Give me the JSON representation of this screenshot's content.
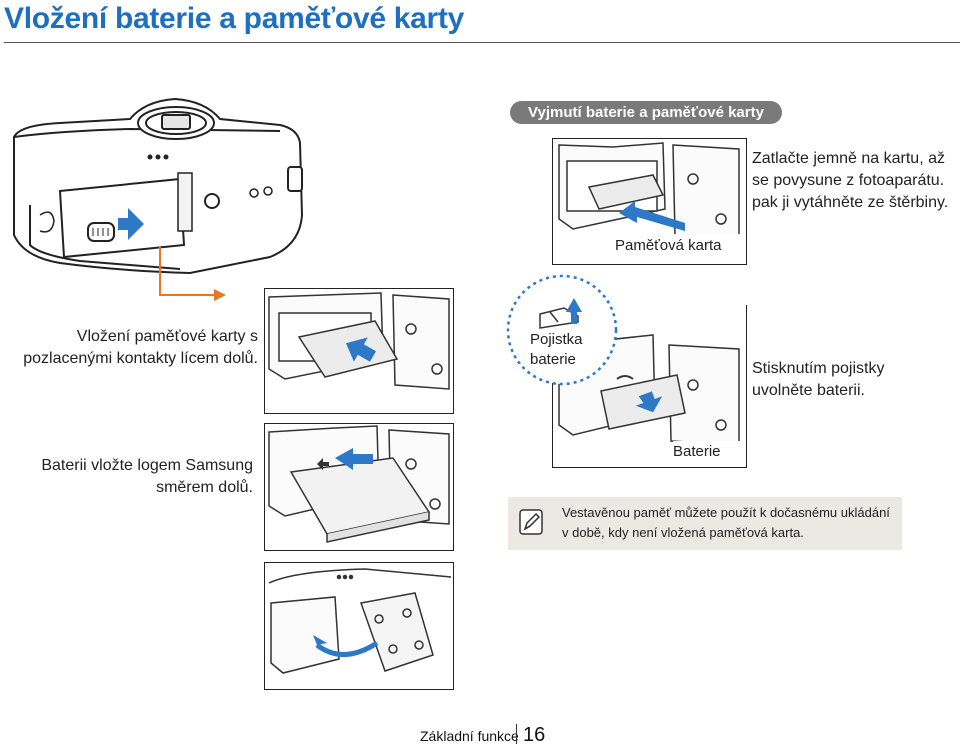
{
  "page": {
    "title": "Vložení baterie a paměťové karty",
    "footer": {
      "section": "Základní funkce",
      "page_number": "16"
    }
  },
  "removal": {
    "heading": "Vyjmutí baterie a paměťové karty",
    "card_instruction": [
      "Zatlačte jemně na kartu, až",
      "se povysune z fotoaparátu.",
      "pak ji vytáhněte ze štěrbiny."
    ],
    "card_label": "Paměťová karta",
    "lock_label": [
      "Pojistka",
      "baterie"
    ],
    "lock_instruction": [
      "Stisknutím pojistky",
      "uvolněte baterii."
    ],
    "battery_label": "Baterie"
  },
  "insertion": {
    "card_instruction": [
      "Vložení paměťové karty s",
      "pozlacenými kontakty lícem dolů."
    ],
    "battery_instruction": [
      "Baterii vložte logem Samsung",
      "směrem dolů."
    ]
  },
  "note": {
    "icon": "note-pencil-icon",
    "lines": [
      "Vestavěnou paměť můžete použít k dočasnému ukládání",
      "v době, kdy není vložená paměťová karta."
    ]
  },
  "colors": {
    "title": "#1f6fbf",
    "arrow": "#2d79c7",
    "guide": "#e87722",
    "note_bg": "#ece8e3",
    "pill": "#7a7a7a"
  }
}
